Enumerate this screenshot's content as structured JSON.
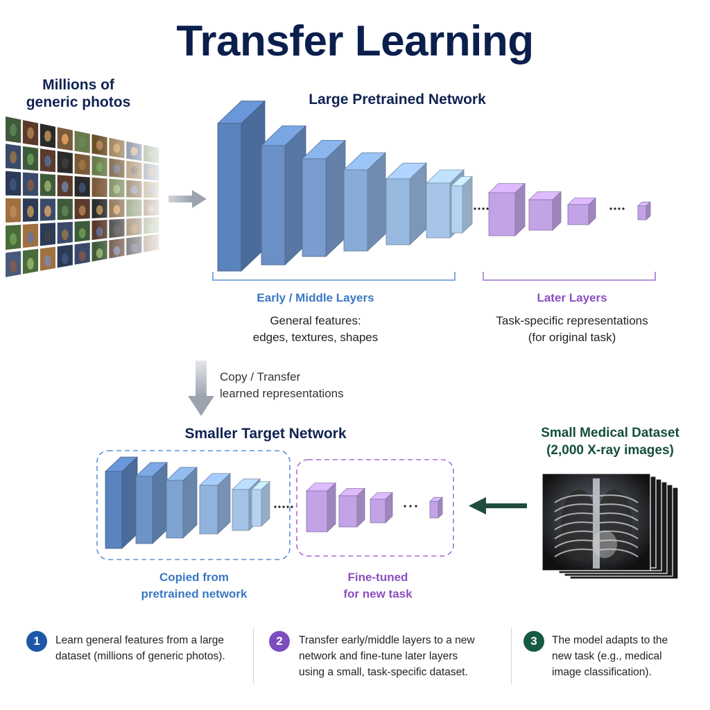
{
  "title": "Transfer Learning",
  "source": {
    "label_line1": "Millions of",
    "label_line2": "generic photos"
  },
  "pretrained": {
    "title": "Large Pretrained Network",
    "early_label": "Early / Middle Layers",
    "early_desc_line1": "General features:",
    "early_desc_line2": "edges, textures, shapes",
    "later_label": "Later Layers",
    "later_desc_line1": "Task-specific representations",
    "later_desc_line2": "(for original task)"
  },
  "transfer": {
    "line1": "Copy / Transfer",
    "line2": "learned representations"
  },
  "target": {
    "title": "Smaller Target Network",
    "copied_line1": "Copied from",
    "copied_line2": "pretrained network",
    "finetuned_line1": "Fine-tuned",
    "finetuned_line2": "for new task"
  },
  "dataset": {
    "line1": "Small Medical Dataset",
    "line2": "(2,000 X-ray images)"
  },
  "steps": [
    {
      "num": "1",
      "color": "#1f57a8",
      "lines": [
        "Learn general features from a large",
        "dataset (millions of generic photos)."
      ]
    },
    {
      "num": "2",
      "color": "#7c4dbf",
      "lines": [
        "Transfer early/middle layers to a new",
        "network and fine-tune later layers",
        "using a small, task-specific dataset."
      ]
    },
    {
      "num": "3",
      "color": "#165a44",
      "lines": [
        "The model adapts to the",
        "new task (e.g., medical",
        "image classification)."
      ]
    }
  ],
  "colors": {
    "blue_dark": "#5b83bd",
    "blue_light": "#b5d2f0",
    "purple": "#c1a3e6",
    "green_arrow": "#1f4d3f"
  }
}
